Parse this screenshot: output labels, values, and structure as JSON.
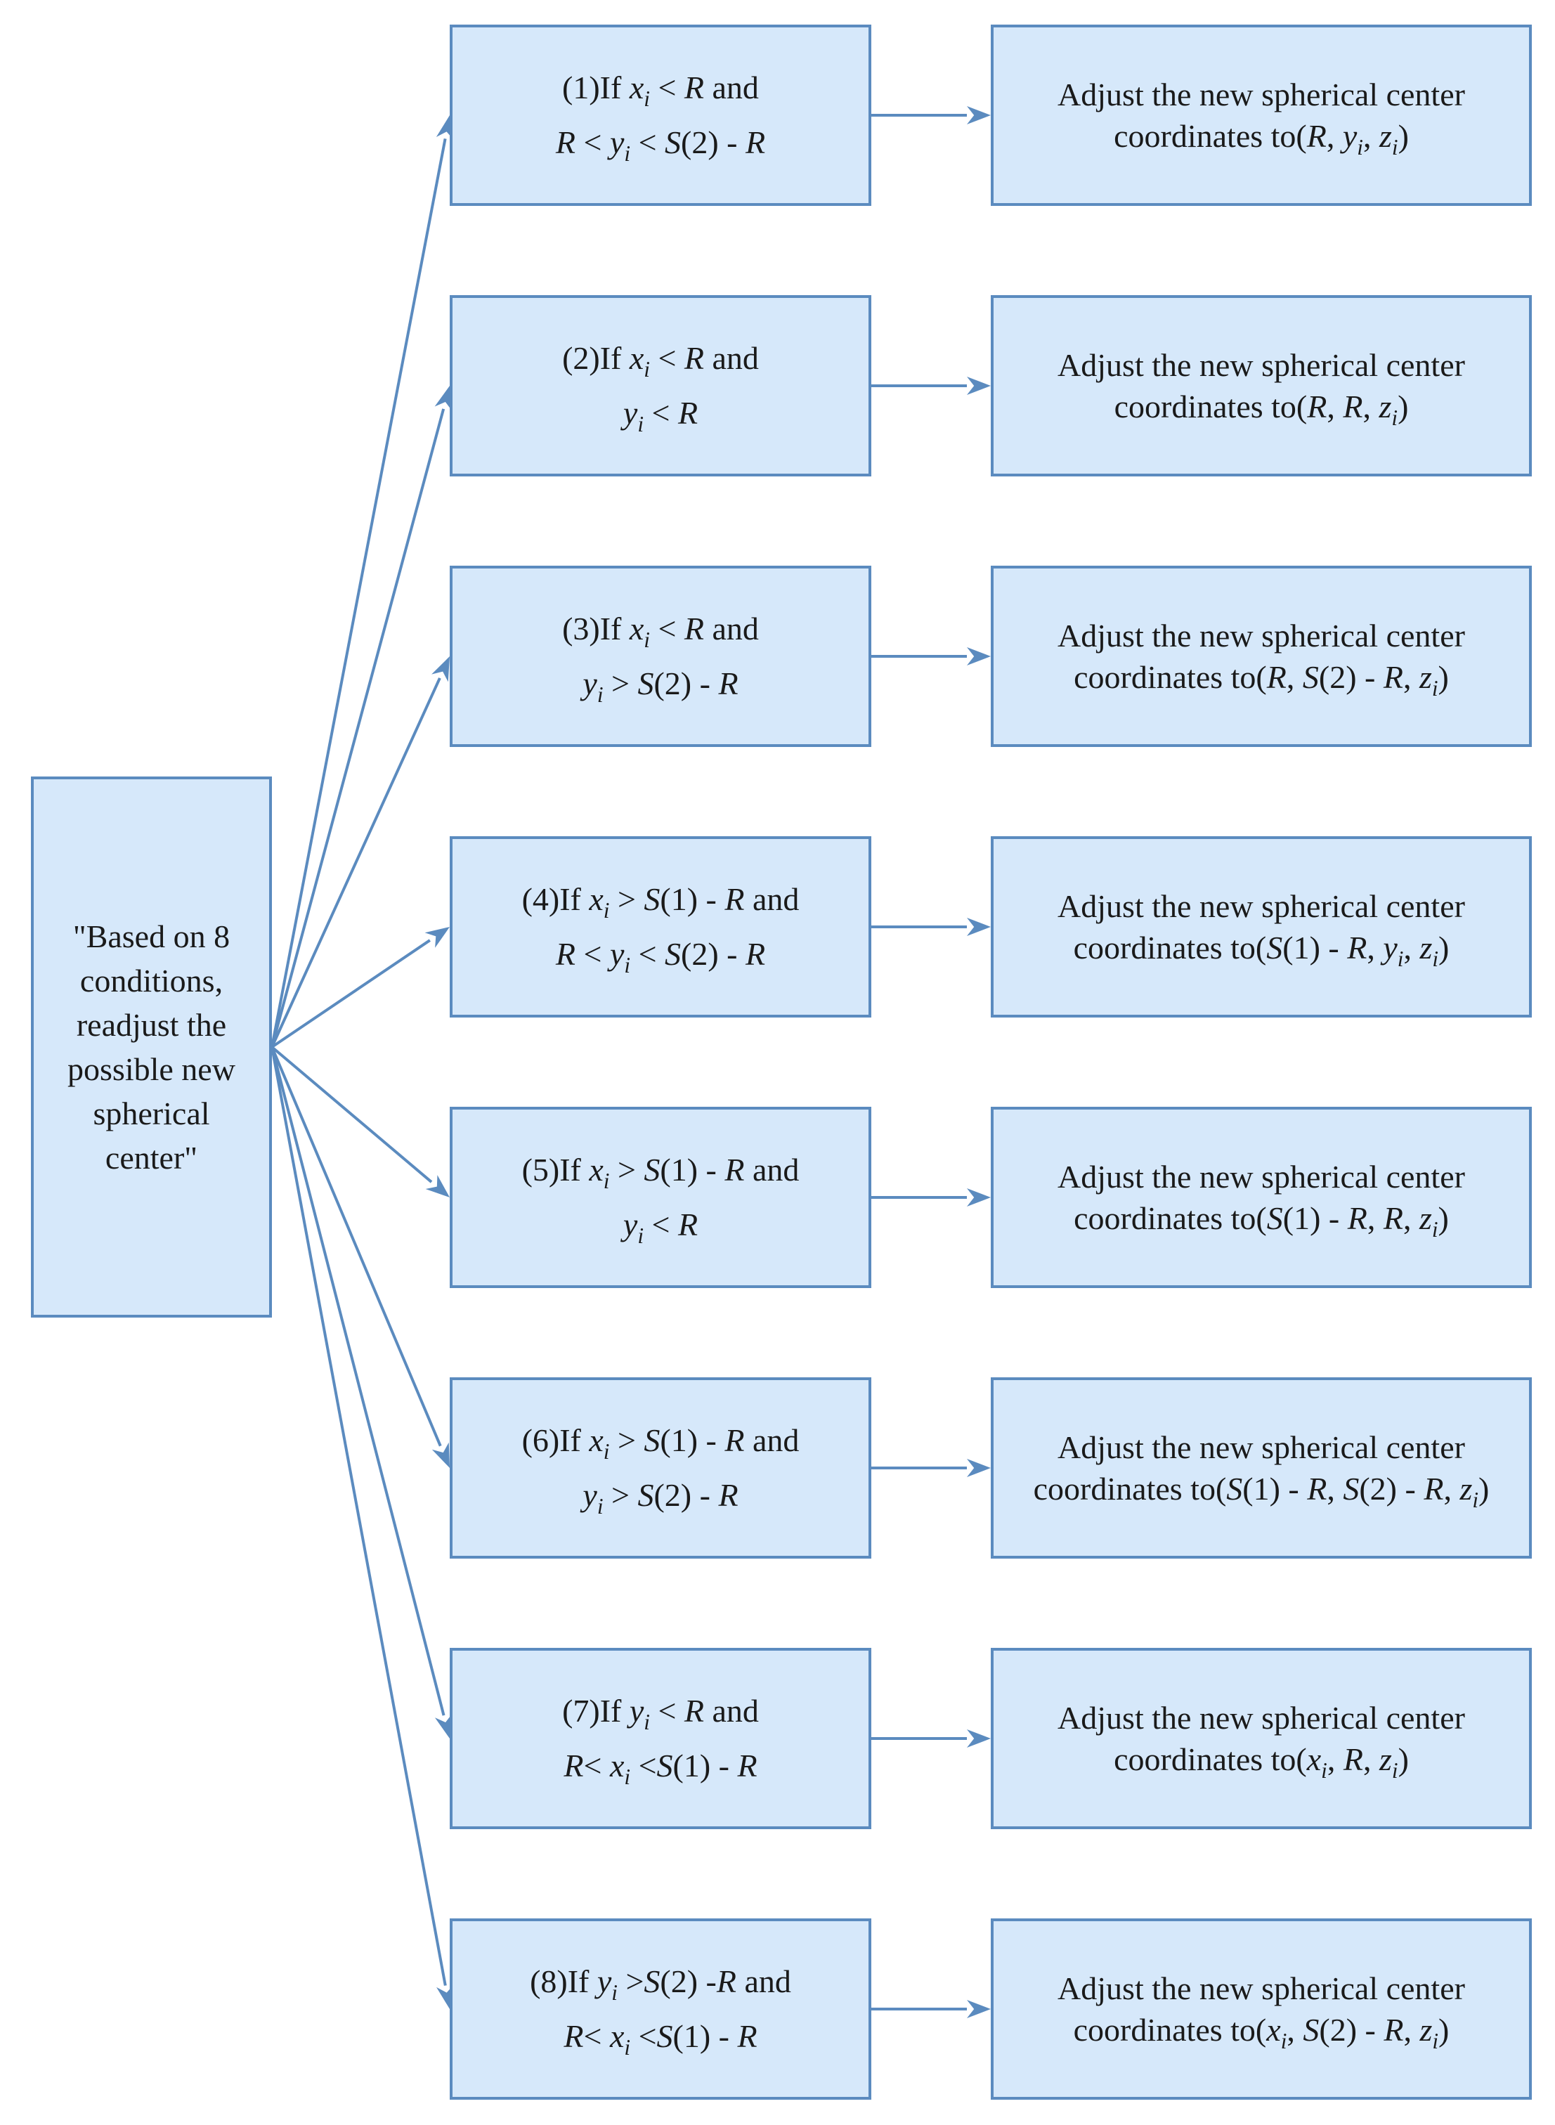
{
  "source": {
    "text": "\"Based on 8 conditions, readjust the possible new spherical center\""
  },
  "conditions": [
    {
      "label": "(1)If x_i < R and R < y_i < S(2) - R",
      "line1": [
        {
          "t": "(1)If "
        },
        {
          "t": "x",
          "i": true
        },
        {
          "t": "i",
          "sub": true,
          "i": true
        },
        {
          "t": " < "
        },
        {
          "t": "R",
          "i": true
        },
        {
          "t": " and"
        }
      ],
      "line2": [
        {
          "t": "R",
          "i": true
        },
        {
          "t": " < "
        },
        {
          "t": "y",
          "i": true
        },
        {
          "t": "i",
          "sub": true,
          "i": true
        },
        {
          "t": " < "
        },
        {
          "t": "S",
          "i": true
        },
        {
          "t": "(2) - "
        },
        {
          "t": "R",
          "i": true
        }
      ]
    },
    {
      "label": "(2)If x_i < R and y_i < R",
      "line1": [
        {
          "t": "(2)If "
        },
        {
          "t": "x",
          "i": true
        },
        {
          "t": "i",
          "sub": true,
          "i": true
        },
        {
          "t": " < "
        },
        {
          "t": "R",
          "i": true
        },
        {
          "t": " and"
        }
      ],
      "line2": [
        {
          "t": "y",
          "i": true
        },
        {
          "t": "i",
          "sub": true,
          "i": true
        },
        {
          "t": " < "
        },
        {
          "t": "R",
          "i": true
        }
      ]
    },
    {
      "label": "(3)If x_i < R and y_i > S(2) - R",
      "line1": [
        {
          "t": "(3)If "
        },
        {
          "t": "x",
          "i": true
        },
        {
          "t": "i",
          "sub": true,
          "i": true
        },
        {
          "t": " < "
        },
        {
          "t": "R",
          "i": true
        },
        {
          "t": " and"
        }
      ],
      "line2": [
        {
          "t": "y",
          "i": true
        },
        {
          "t": "i",
          "sub": true,
          "i": true
        },
        {
          "t": " > "
        },
        {
          "t": "S",
          "i": true
        },
        {
          "t": "(2) - "
        },
        {
          "t": "R",
          "i": true
        }
      ]
    },
    {
      "label": "(4)If x_i > S(1) - R and R < y_i < S(2) - R",
      "line1": [
        {
          "t": "(4)If "
        },
        {
          "t": "x",
          "i": true
        },
        {
          "t": "i",
          "sub": true,
          "i": true
        },
        {
          "t": " > "
        },
        {
          "t": "S",
          "i": true
        },
        {
          "t": "(1) - "
        },
        {
          "t": "R",
          "i": true
        },
        {
          "t": " and"
        }
      ],
      "line2": [
        {
          "t": "R",
          "i": true
        },
        {
          "t": " < "
        },
        {
          "t": "y",
          "i": true
        },
        {
          "t": "i",
          "sub": true,
          "i": true
        },
        {
          "t": " < "
        },
        {
          "t": "S",
          "i": true
        },
        {
          "t": "(2) - "
        },
        {
          "t": "R",
          "i": true
        }
      ]
    },
    {
      "label": "(5)If x_i > S(1) - R and y_i < R",
      "line1": [
        {
          "t": "(5)If "
        },
        {
          "t": "x",
          "i": true
        },
        {
          "t": "i",
          "sub": true,
          "i": true
        },
        {
          "t": " > "
        },
        {
          "t": "S",
          "i": true
        },
        {
          "t": "(1) - "
        },
        {
          "t": "R",
          "i": true
        },
        {
          "t": " and"
        }
      ],
      "line2": [
        {
          "t": "y",
          "i": true
        },
        {
          "t": "i",
          "sub": true,
          "i": true
        },
        {
          "t": " < "
        },
        {
          "t": "R",
          "i": true
        }
      ]
    },
    {
      "label": "(6)If x_i > S(1) - R and y_i > S(2) - R",
      "line1": [
        {
          "t": "(6)If "
        },
        {
          "t": "x",
          "i": true
        },
        {
          "t": "i",
          "sub": true,
          "i": true
        },
        {
          "t": " > "
        },
        {
          "t": "S",
          "i": true
        },
        {
          "t": "(1) - "
        },
        {
          "t": "R",
          "i": true
        },
        {
          "t": " and"
        }
      ],
      "line2": [
        {
          "t": "y",
          "i": true
        },
        {
          "t": "i",
          "sub": true,
          "i": true
        },
        {
          "t": " > "
        },
        {
          "t": "S",
          "i": true
        },
        {
          "t": "(2) - "
        },
        {
          "t": "R",
          "i": true
        }
      ]
    },
    {
      "label": "(7)If y_i < R and R< x_i <S(1) - R",
      "line1": [
        {
          "t": "(7)If "
        },
        {
          "t": "y",
          "i": true
        },
        {
          "t": "i",
          "sub": true,
          "i": true
        },
        {
          "t": " < "
        },
        {
          "t": "R",
          "i": true
        },
        {
          "t": " and"
        }
      ],
      "line2": [
        {
          "t": "R",
          "i": true
        },
        {
          "t": "< "
        },
        {
          "t": "x",
          "i": true
        },
        {
          "t": "i",
          "sub": true,
          "i": true
        },
        {
          "t": " <"
        },
        {
          "t": "S",
          "i": true
        },
        {
          "t": "(1) - "
        },
        {
          "t": "R",
          "i": true
        }
      ]
    },
    {
      "label": "(8)If y_i >S(2) -R and R< x_i <S(1) - R",
      "line1": [
        {
          "t": "(8)If "
        },
        {
          "t": "y",
          "i": true
        },
        {
          "t": "i",
          "sub": true,
          "i": true
        },
        {
          "t": " >"
        },
        {
          "t": "S",
          "i": true
        },
        {
          "t": "(2) -"
        },
        {
          "t": "R",
          "i": true
        },
        {
          "t": " and"
        }
      ],
      "line2": [
        {
          "t": "R",
          "i": true
        },
        {
          "t": "< "
        },
        {
          "t": "x",
          "i": true
        },
        {
          "t": "i",
          "sub": true,
          "i": true
        },
        {
          "t": " <"
        },
        {
          "t": "S",
          "i": true
        },
        {
          "t": "(1) - "
        },
        {
          "t": "R",
          "i": true
        }
      ]
    }
  ],
  "adjustments": [
    {
      "label": "Adjust the new spherical center coordinates to(R, y_i, z_i)",
      "line1": [
        {
          "t": "Adjust the new spherical center"
        }
      ],
      "line2": [
        {
          "t": "coordinates to("
        },
        {
          "t": "R",
          "i": true
        },
        {
          "t": ", "
        },
        {
          "t": "y",
          "i": true
        },
        {
          "t": "i",
          "sub": true,
          "i": true
        },
        {
          "t": ", "
        },
        {
          "t": "z",
          "i": true
        },
        {
          "t": "i",
          "sub": true,
          "i": true
        },
        {
          "t": ")"
        }
      ]
    },
    {
      "label": "Adjust the new spherical center coordinates to(R, R, z_i)",
      "line1": [
        {
          "t": "Adjust the new spherical center"
        }
      ],
      "line2": [
        {
          "t": "coordinates to("
        },
        {
          "t": "R",
          "i": true
        },
        {
          "t": ", "
        },
        {
          "t": "R",
          "i": true
        },
        {
          "t": ", "
        },
        {
          "t": "z",
          "i": true
        },
        {
          "t": "i",
          "sub": true,
          "i": true
        },
        {
          "t": ")"
        }
      ]
    },
    {
      "label": "Adjust the new spherical center coordinates to(R, S(2) - R, z_i)",
      "line1": [
        {
          "t": "Adjust the new spherical center"
        }
      ],
      "line2": [
        {
          "t": "coordinates to("
        },
        {
          "t": "R",
          "i": true
        },
        {
          "t": ", "
        },
        {
          "t": "S",
          "i": true
        },
        {
          "t": "(2) - "
        },
        {
          "t": "R",
          "i": true
        },
        {
          "t": ", "
        },
        {
          "t": "z",
          "i": true
        },
        {
          "t": "i",
          "sub": true,
          "i": true
        },
        {
          "t": ")"
        }
      ]
    },
    {
      "label": "Adjust the new spherical center coordinates to(S(1) - R, y_i, z_i)",
      "line1": [
        {
          "t": "Adjust the new spherical center"
        }
      ],
      "line2": [
        {
          "t": "coordinates to("
        },
        {
          "t": "S",
          "i": true
        },
        {
          "t": "(1) - "
        },
        {
          "t": "R",
          "i": true
        },
        {
          "t": ", "
        },
        {
          "t": "y",
          "i": true
        },
        {
          "t": "i",
          "sub": true,
          "i": true
        },
        {
          "t": ", "
        },
        {
          "t": "z",
          "i": true
        },
        {
          "t": "i",
          "sub": true,
          "i": true
        },
        {
          "t": ")"
        }
      ]
    },
    {
      "label": "Adjust the new spherical center coordinates to(S(1) - R, R, z_i)",
      "line1": [
        {
          "t": "Adjust the new spherical center"
        }
      ],
      "line2": [
        {
          "t": "coordinates to("
        },
        {
          "t": "S",
          "i": true
        },
        {
          "t": "(1) - "
        },
        {
          "t": "R",
          "i": true
        },
        {
          "t": ", "
        },
        {
          "t": "R",
          "i": true
        },
        {
          "t": ", "
        },
        {
          "t": "z",
          "i": true
        },
        {
          "t": "i",
          "sub": true,
          "i": true
        },
        {
          "t": ")"
        }
      ]
    },
    {
      "label": "Adjust the new spherical center coordinates to(S(1) - R, S(2) - R, z_i)",
      "line1": [
        {
          "t": "Adjust the new spherical center"
        }
      ],
      "line2": [
        {
          "t": "coordinates to("
        },
        {
          "t": "S",
          "i": true
        },
        {
          "t": "(1) - "
        },
        {
          "t": "R",
          "i": true
        },
        {
          "t": ", "
        },
        {
          "t": "S",
          "i": true
        },
        {
          "t": "(2) - "
        },
        {
          "t": "R",
          "i": true
        },
        {
          "t": ", "
        },
        {
          "t": "z",
          "i": true
        },
        {
          "t": "i",
          "sub": true,
          "i": true
        },
        {
          "t": ")"
        }
      ]
    },
    {
      "label": "Adjust the new spherical center coordinates to(x_i, R, z_i)",
      "line1": [
        {
          "t": "Adjust the new spherical center"
        }
      ],
      "line2": [
        {
          "t": "coordinates to("
        },
        {
          "t": "x",
          "i": true
        },
        {
          "t": "i",
          "sub": true,
          "i": true
        },
        {
          "t": ", "
        },
        {
          "t": "R",
          "i": true
        },
        {
          "t": ", "
        },
        {
          "t": "z",
          "i": true
        },
        {
          "t": "i",
          "sub": true,
          "i": true
        },
        {
          "t": ")"
        }
      ]
    },
    {
      "label": "Adjust the new spherical center coordinates to(x_i, S(2) - R, z_i)",
      "line1": [
        {
          "t": "Adjust the new spherical center"
        }
      ],
      "line2": [
        {
          "t": "coordinates to("
        },
        {
          "t": "x",
          "i": true
        },
        {
          "t": "i",
          "sub": true,
          "i": true
        },
        {
          "t": ", "
        },
        {
          "t": "S",
          "i": true
        },
        {
          "t": "(2) - "
        },
        {
          "t": "R",
          "i": true
        },
        {
          "t": ", "
        },
        {
          "t": "z",
          "i": true
        },
        {
          "t": "i",
          "sub": true,
          "i": true
        },
        {
          "t": ")"
        }
      ]
    }
  ],
  "colors": {
    "box_fill": "#d6e8fa",
    "box_border": "#5b8bbf",
    "arrow": "#5b8bbf",
    "text": "#1a1a1a"
  }
}
